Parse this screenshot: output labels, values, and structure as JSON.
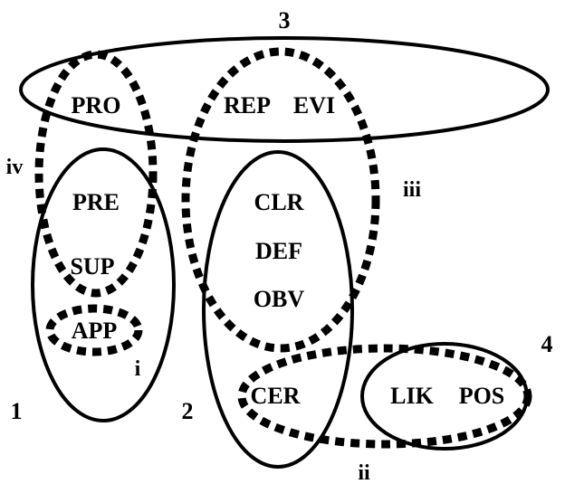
{
  "diagram": {
    "groups": {
      "g1": "1",
      "g2": "2",
      "g3": "3",
      "g4": "4"
    },
    "overlaps": {
      "i": "i",
      "ii": "ii",
      "iii": "iii",
      "iv": "iv"
    },
    "terms": {
      "pro": "PRO",
      "rep": "REP",
      "evi": "EVI",
      "pre": "PRE",
      "sup": "SUP",
      "app": "APP",
      "clr": "CLR",
      "def": "DEF",
      "obv": "OBV",
      "cer": "CER",
      "lik": "LIK",
      "pos": "POS"
    }
  }
}
